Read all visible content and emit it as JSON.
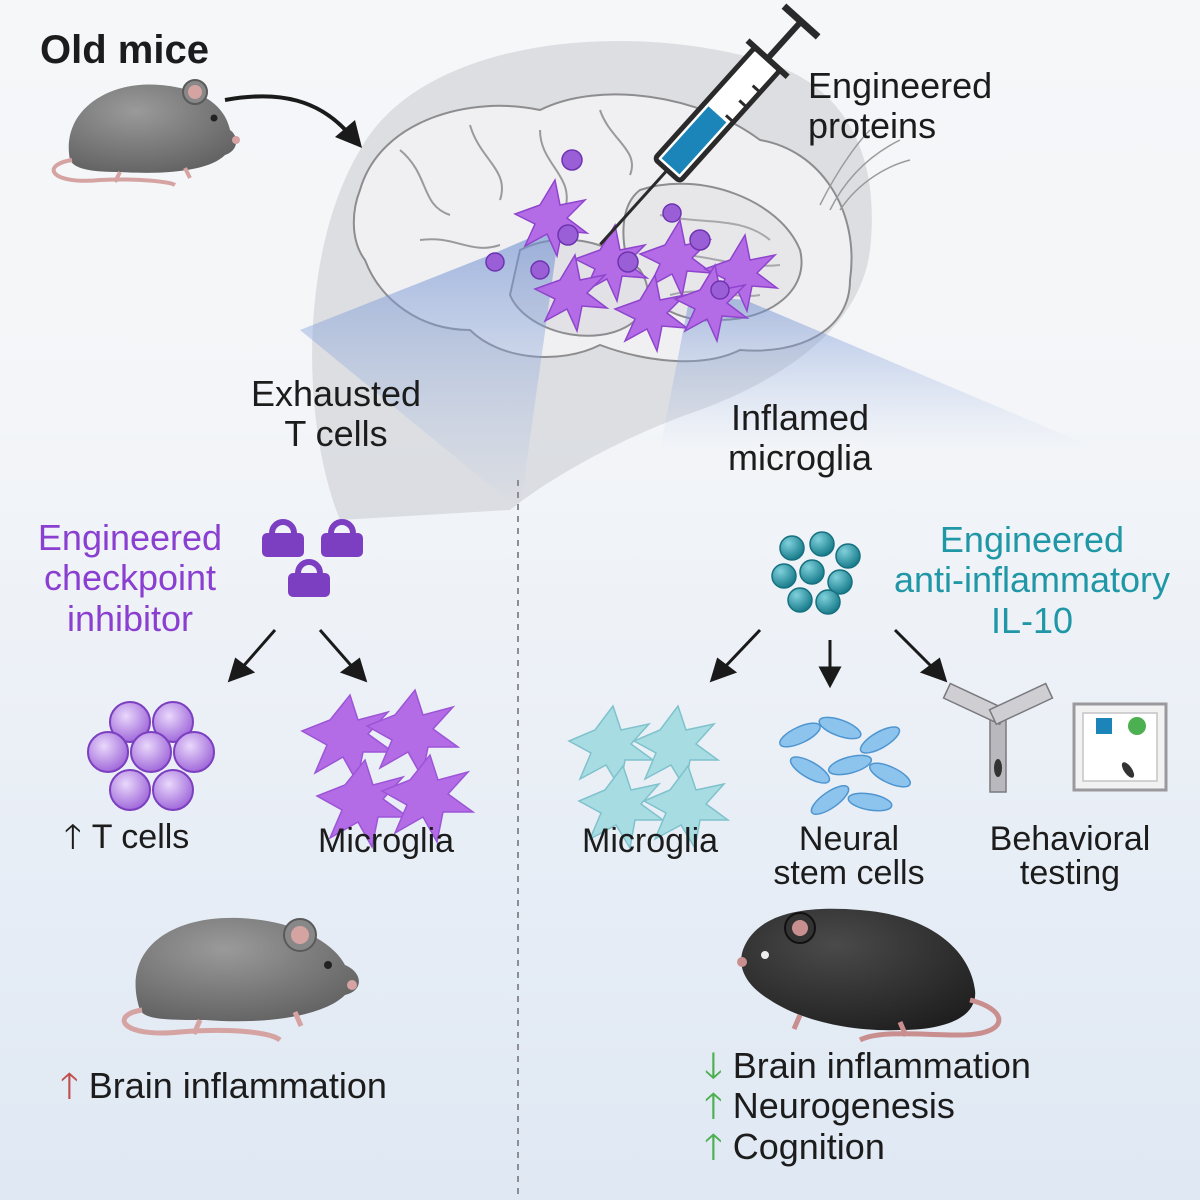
{
  "top": {
    "old_mice": "Old mice",
    "engineered_proteins_l1": "Engineered",
    "engineered_proteins_l2": "proteins"
  },
  "regions": {
    "exhausted_l1": "Exhausted",
    "exhausted_l2": "T cells",
    "inflamed_l1": "Inflamed",
    "inflamed_l2": "microglia"
  },
  "left": {
    "inhibitor_l1": "Engineered",
    "inhibitor_l2": "checkpoint",
    "inhibitor_l3": "inhibitor",
    "tcells": "T cells",
    "microglia": "Microglia",
    "outcome": "Brain inflammation"
  },
  "right": {
    "il10_l1": "Engineered",
    "il10_l2": "anti-inflammatory",
    "il10_l3": "IL-10",
    "microglia": "Microglia",
    "nsc_l1": "Neural",
    "nsc_l2": "stem cells",
    "behav_l1": "Behavioral",
    "behav_l2": "testing",
    "outcome1": "Brain inflammation",
    "outcome2": "Neurogenesis",
    "outcome3": "Cognition"
  },
  "colors": {
    "purple": "#8a3fd1",
    "teal": "#1f97a6",
    "up_red": "#c0504d",
    "green": "#4caf50"
  }
}
